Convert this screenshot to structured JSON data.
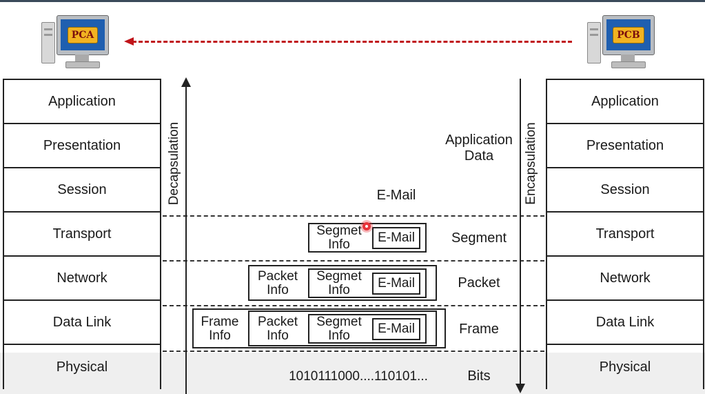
{
  "computers": {
    "left": {
      "label": "PCA"
    },
    "right": {
      "label": "PCB"
    }
  },
  "left_stack": [
    "Application",
    "Presentation",
    "Session",
    "Transport",
    "Network",
    "Data Link",
    "Physical"
  ],
  "right_stack": [
    "Application",
    "Presentation",
    "Session",
    "Transport",
    "Network",
    "Data Link",
    "Physical"
  ],
  "arrows": {
    "decapsulation": "Decapsulation",
    "encapsulation": "Encapsulation"
  },
  "pdu": {
    "application_data": "Application\nData",
    "email": "E-Mail",
    "segment_info": "Segmet\nInfo",
    "packet_info": "Packet\nInfo",
    "frame_info": "Frame\nInfo",
    "bits_value": "1010111000....110101...",
    "segment": "Segment",
    "packet": "Packet",
    "frame": "Frame",
    "bits": "Bits"
  },
  "colors": {
    "arrow": "#c0141a",
    "screen": "#1f5fb0",
    "badge": "#f1b321"
  }
}
